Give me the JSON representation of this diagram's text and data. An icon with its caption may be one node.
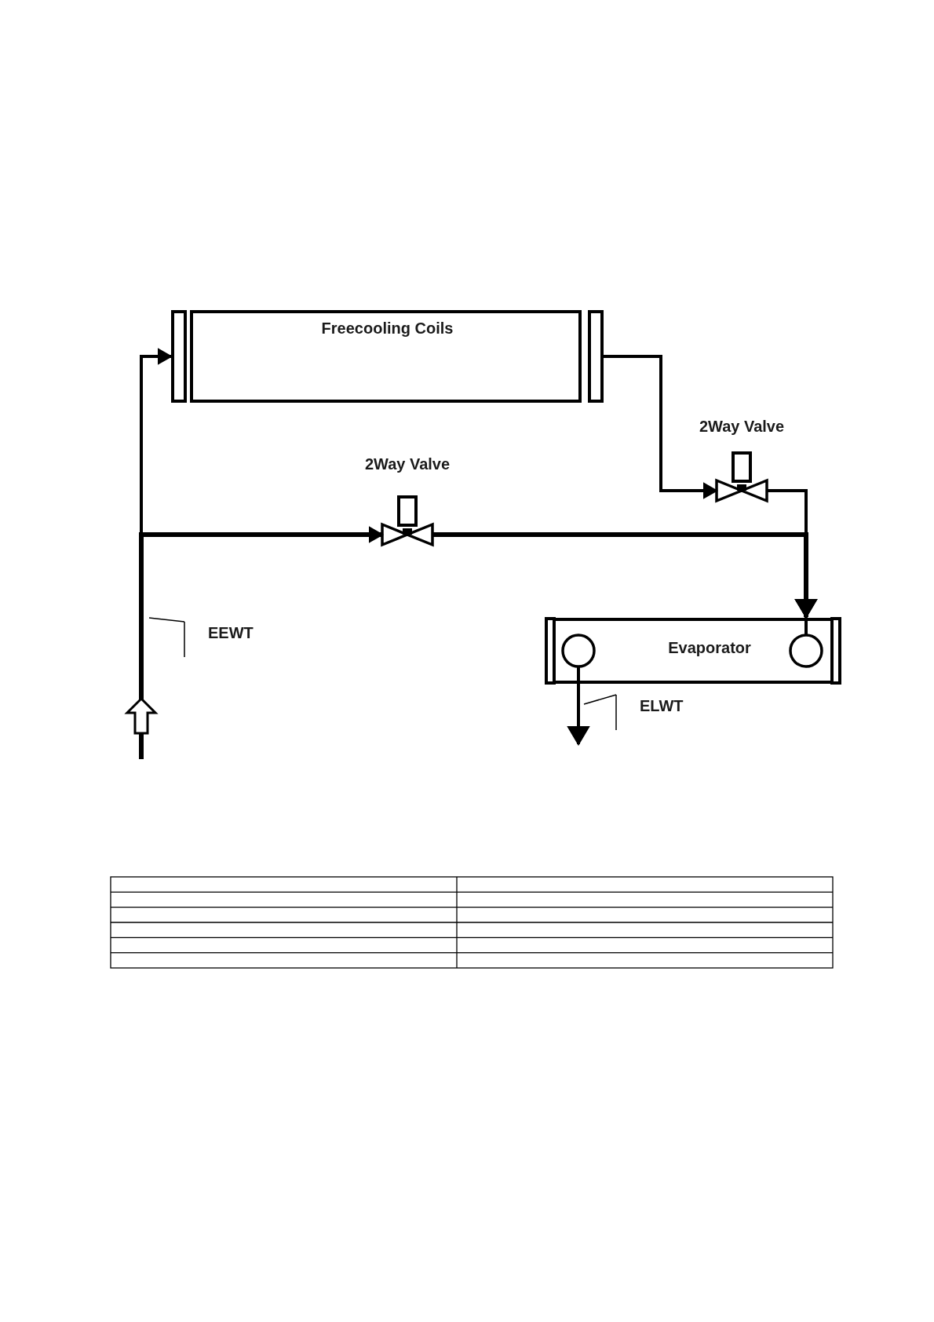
{
  "diagram": {
    "nodes": [
      {
        "text": [
          "Freecooling Coils"
        ]
      },
      {
        "text": [
          "Evaporator"
        ]
      },
      {
        "text": [
          "2Way Valve"
        ]
      },
      {
        "text": [
          "2Way Valve"
        ]
      },
      {
        "text": [
          "EEWT"
        ]
      },
      {
        "text": [
          "ELWT"
        ]
      }
    ],
    "edges": [
      {
        "from": null,
        "to": 0,
        "arrow": "to"
      },
      {
        "from": null,
        "to": 2,
        "arrow": "to"
      },
      {
        "from": 0,
        "to": 3,
        "arrow": "to"
      },
      {
        "from": 2,
        "to": 1,
        "arrow": "to"
      },
      {
        "from": 3,
        "to": 1,
        "arrow": "to"
      },
      {
        "from": 1,
        "to": null,
        "arrow": "to"
      },
      {
        "from": 4,
        "to": null,
        "arrow": "none"
      },
      {
        "from": 5,
        "to": null,
        "arrow": "none"
      }
    ]
  }
}
